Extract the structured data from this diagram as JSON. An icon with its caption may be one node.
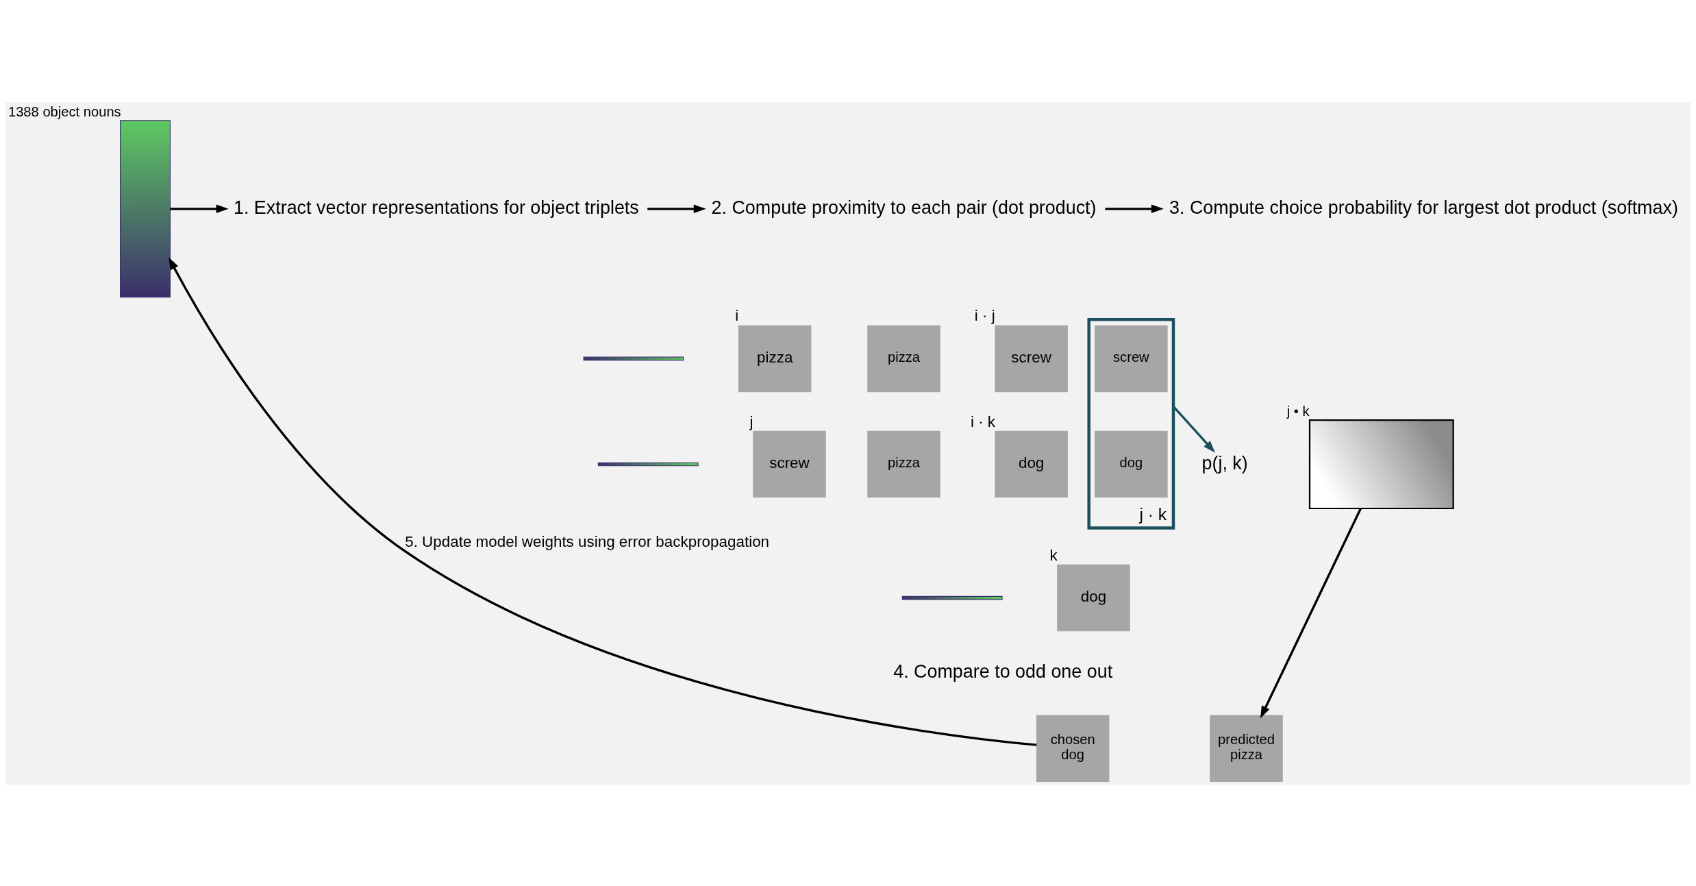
{
  "diagram": {
    "nodes": [
      {
        "text": [],
        "shape": "picture",
        "beside": [
          "1388 object nouns"
        ]
      },
      {
        "text": [
          "1. Extract vector representations for object triplets"
        ]
      },
      {
        "text": [
          "2. Compute proximity to each pair (dot product)"
        ]
      },
      {
        "text": [
          "3. Compute choice probability for largest dot product (softmax)"
        ]
      },
      {
        "text": [],
        "shape": "bar"
      },
      {
        "text": [
          "pizza"
        ],
        "beside": [
          "i"
        ]
      },
      {
        "text": [],
        "shape": "bar"
      },
      {
        "text": [
          "screw"
        ],
        "beside": [
          "j"
        ]
      },
      {
        "text": [],
        "shape": "bar"
      },
      {
        "text": [
          "dog"
        ],
        "beside": [
          "k"
        ]
      },
      {
        "text": [
          "pizza"
        ]
      },
      {
        "text": [
          "screw"
        ],
        "beside": [
          "i · j"
        ]
      },
      {
        "text": [
          "pizza"
        ]
      },
      {
        "text": [
          "dog"
        ],
        "beside": [
          "i · k"
        ]
      },
      {
        "text": [
          "j · k"
        ]
      },
      {
        "text": [
          "screw"
        ],
        "in": 14
      },
      {
        "text": [
          "dog"
        ],
        "in": 14
      },
      {
        "text": [
          "p(j, k)"
        ]
      },
      {
        "text": [],
        "shape": "picture",
        "beside": [
          "j • k"
        ]
      },
      {
        "text": [
          "4. Compare to odd one out"
        ]
      },
      {
        "text": [
          "chosen",
          "dog"
        ]
      },
      {
        "text": [
          "predicted",
          "pizza"
        ]
      }
    ],
    "edges": [
      {
        "from": 0,
        "to": 1,
        "arrow": "to"
      },
      {
        "from": 1,
        "to": 2,
        "arrow": "to"
      },
      {
        "from": 2,
        "to": 3,
        "arrow": "to"
      },
      {
        "from": 14,
        "to": 17,
        "arrow": "to",
        "color": "#1b4f5c"
      },
      {
        "from": 18,
        "to": 21,
        "arrow": "to"
      },
      {
        "from": 20,
        "to": 0,
        "arrow": "to",
        "label": "5. Update model weights using error backpropagation"
      }
    ]
  }
}
